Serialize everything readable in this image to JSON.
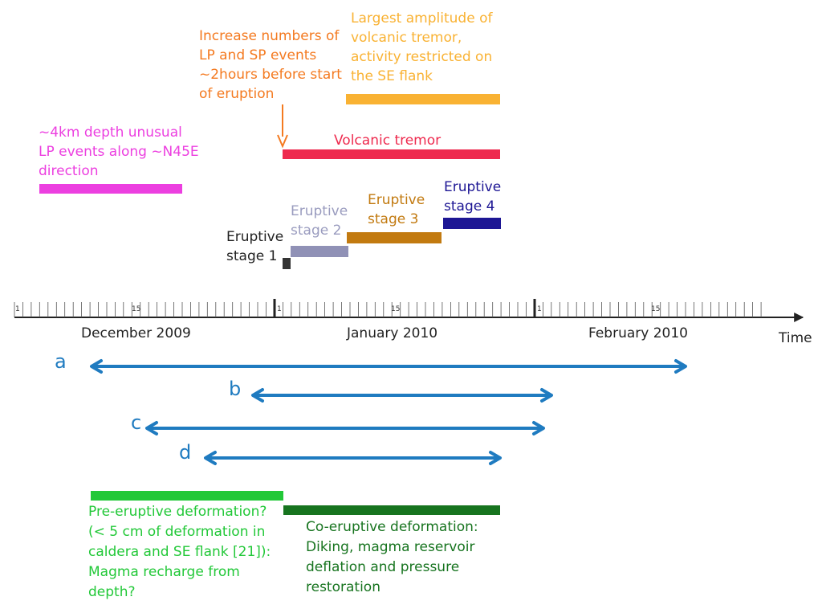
{
  "events": {
    "lp_unusual": {
      "text": [
        "~4km depth unusual",
        "LP events along ~N45E",
        "direction"
      ],
      "color": "#ec3fe0"
    },
    "lp_sp_increase": {
      "text": [
        "Increase numbers of",
        "LP and SP events",
        "~2hours before start",
        "of eruption"
      ],
      "color": "#f47a20"
    },
    "largest_tremor": {
      "text": [
        "Largest amplitude of",
        "volcanic tremor,",
        "activity restricted on",
        "the SE flank"
      ],
      "color": "#f9b233"
    },
    "volcanic_tremor": {
      "text": [
        "Volcanic tremor"
      ],
      "color": "#ee2a4e"
    },
    "stage1": {
      "text": [
        "Eruptive",
        "stage 1"
      ],
      "color": "#333333",
      "text_color": "#222222"
    },
    "stage2": {
      "text": [
        "Eruptive",
        "stage 2"
      ],
      "color": "#9091b6",
      "text_color": "#9a9cbf"
    },
    "stage3": {
      "text": [
        "Eruptive",
        "stage 3"
      ],
      "color": "#c27a10",
      "text_color": "#c27a10"
    },
    "stage4": {
      "text": [
        "Eruptive",
        "stage 4"
      ],
      "color": "#1d1694",
      "text_color": "#1d1694"
    },
    "pre_eruptive": {
      "text": [
        "Pre-eruptive deformation?",
        "(< 5 cm of deformation in",
        "caldera and SE flank [21]):",
        "Magma recharge from",
        "depth?"
      ],
      "color": "#22c838"
    },
    "co_eruptive": {
      "text": [
        "Co-eruptive deformation:",
        "Diking, magma reservoir",
        "deflation and pressure",
        "restoration"
      ],
      "color": "#17741f"
    }
  },
  "timeline": {
    "tick_labels": [
      "1",
      "15",
      "1",
      "15",
      "1",
      "15"
    ],
    "months": [
      "December 2009",
      "January 2010",
      "February 2010"
    ],
    "axis_label": "Time"
  },
  "periods": {
    "color": "#1f7bc0",
    "labels": [
      "a",
      "b",
      "c",
      "d"
    ]
  }
}
